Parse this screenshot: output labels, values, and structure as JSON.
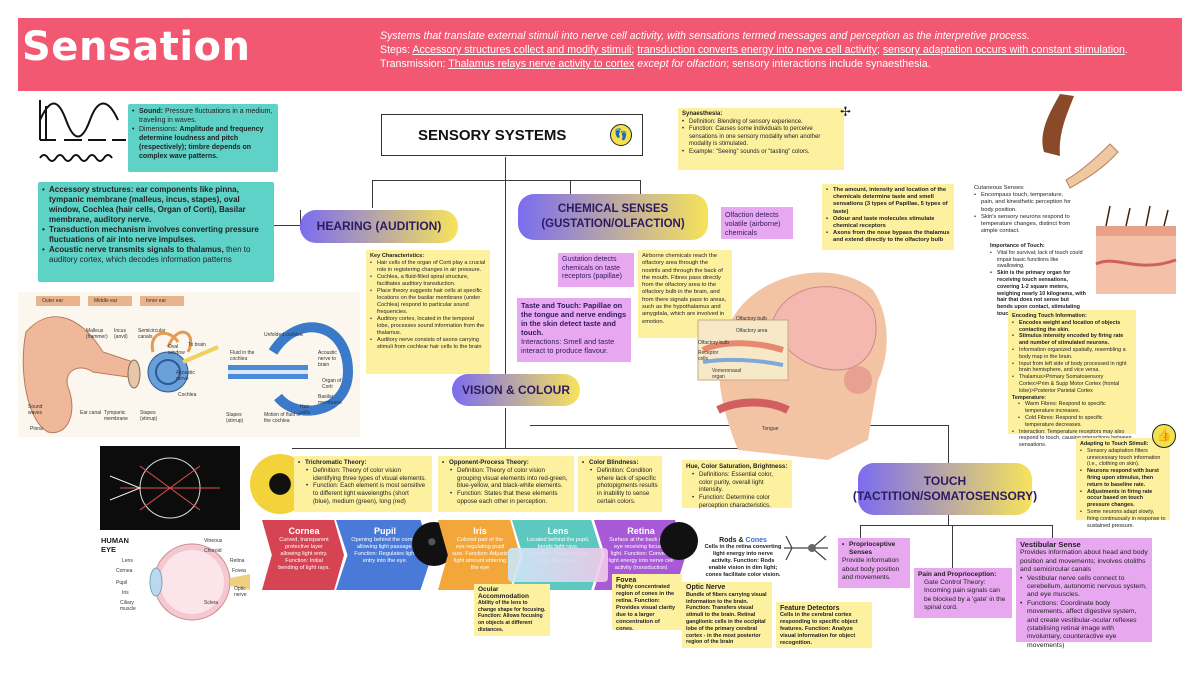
{
  "header": {
    "title": "Sensation",
    "line1": "Systems that translate external stimuli into nerve cell activity, with sensations termed messages and perception as the interpretive process.",
    "steps_prefix": "Steps: ",
    "steps_1": "Accessory structures collect and modify stimuli",
    "steps_sep1": "; ",
    "steps_2": "transduction converts energy into nerve cell activity",
    "steps_sep2": "; ",
    "steps_3": "sensory adaptation occurs with constant stimulation",
    "steps_end": ".",
    "trans_prefix": "Transmission: ",
    "trans_1": "Thalamus relays nerve activity to cortex",
    "trans_2": " except for olfaction",
    "trans_3": "; sensory interactions include synaesthesia."
  },
  "center": {
    "title": "SENSORY SYSTEMS",
    "icon": "footprints-icon"
  },
  "hearing": {
    "title": "HEARING (AUDITION)",
    "sound_label": "Sound:",
    "sound_text": " Pressure fluctuations in a medium, traveling in waves.",
    "dim_text": "Dimensions: ",
    "dim_bold": "Amplitude and frequency determine loudness and pitch (respectively); timbre depends on complex wave patterns.",
    "acc_bold": "Accessory structures:",
    "acc_text": " ear components like pinna, tympanic membrane (malleus, incus, stapes), oval window, Cochlea (hair cells, Organ of Corti), Basilar membrane, auditory nerve.",
    "trans_text": "Transduction mechanism involves converting pressure fluctuations of air into nerve impulses.",
    "acoustic_bold": "Acoustic nerve transmits signals to thalamus,",
    "acoustic_text": " then to auditory cortex, which decodes information patterns",
    "key_title": "Key Characteristics:",
    "key_items": [
      "Hair cells of the organ of Corti play a crucial role in registering changes in air pressure.",
      "Cochlea, a fluid-filled spiral structure, facilitates auditory transduction.",
      "Place theory suggests hair cells at specific locations on the basilar membrane (under Cochlea) respond to particular sound frequencies.",
      "Auditory cortex, located in the temporal lobe, processes sound information from the thalamus.",
      "Auditory nerve consists of axons carrying stimuli from cochlear hair cells to the brain"
    ],
    "ear_labels": [
      "Outer ear",
      "Middle ear",
      "Inner ear",
      "Malleus (hammer)",
      "Incus (anvil)",
      "Semicircular canals",
      "Oval window",
      "Acoustic nerve",
      "To brain",
      "Cochlea",
      "Ear canal",
      "Tympanic membrane",
      "Stapes (stirrup)",
      "Sound waves",
      "Pinna",
      "Unfolded cochlea",
      "Fluid in the cochlea",
      "Stapes (stirrup)",
      "Motion of fluid in the cochlea",
      "Acoustic nerve to brain",
      "Organ of Corti",
      "Basilar membrane",
      "Hair cells"
    ]
  },
  "chemical": {
    "title": "CHEMICAL SENSES (GUSTATION/OLFACTION)",
    "olfaction": "Olfaction detects volatile (airborne) chemicals",
    "synaesthesia_title": "Synaesthesia:",
    "syn_items": [
      "Definition: Blending of sensory experience.",
      "Function: Causes some individuals to perceive sensations in one sensory modality when another modality is stimulated.",
      "Example: \"Seeing\" sounds or \"tasting\" colors."
    ],
    "olf_items": [
      "The amount, intensity and location of the chemicals determine taste and smell sensations (3 types of Papillae, 5 types of taste)",
      "Odour and taste molecules stimulate chemical receptors",
      "Axons from the nose bypass the thalamus and extend directly to the olfactory bulb"
    ],
    "gustation": "Gustation detects chemicals on taste receptors (papillae)",
    "taste_touch": "Taste and Touch: Papillae on the tongue and nerve endings in the skin detect taste and touch.",
    "interactions": "Interactions: Smell and taste interact to produce flavour.",
    "airborne": "Airborne chemicals reach the olfactory area through the nostrils and through the back of the mouth. Fibres pass directly from the olfactory area to the olfactory bulb in the brain, and from there signals pass to areas, such as the hypothalamus and amygdala, which are involved in emotion.",
    "head_labels": [
      "Olfactory bulb",
      "Olfactory area",
      "Olfactory bulb",
      "Receptor cells",
      "Vomeronasal organ",
      "Tongue"
    ]
  },
  "vision": {
    "title": "VISION & COLOUR",
    "trichromatic_title": "Trichromatic Theory:",
    "trichromatic_items": [
      "Definition: Theory of color vision identifying three types of visual elements.",
      "Function: Each element is most sensitive to different light wavelengths (short (blue), medium (green), long (red)"
    ],
    "opponent_title": "Opponent-Process Theory:",
    "opponent_items": [
      "Definition: Theory of color vision grouping visual elements into red-green, blue-yellow, and black-white elements.",
      "Function: States that these elements oppose each other in perception."
    ],
    "blind_title": "Color Blindness:",
    "blind_items": [
      "Definition: Condition where lack of specific photopigments results in inability to sense certain colors."
    ],
    "hue_title": "Hue, Color Saturation, Brightness:",
    "hue_items": [
      "Definitions: Essential color, color purity, overall light intensity.",
      "Function: Determine color perception characteristics."
    ],
    "human_eye": "HUMAN EYE",
    "eye_labels": [
      "Lens",
      "Cornea",
      "Pupil",
      "Iris",
      "Ciliary muscle",
      "Vitreous",
      "Choroid",
      "Retina",
      "Fovea",
      "Optic nerve",
      "Sclera"
    ],
    "stages": [
      {
        "name": "Cornea",
        "text": "Curved, transparent protective layer allowing light entry. Function: Initial bending of light rays."
      },
      {
        "name": "Pupil",
        "text": "Opening behind the cornea allowing light passage. Function: Regulates light entry into the eye."
      },
      {
        "name": "Iris",
        "text": "Colored part of the eye regulating pupil size. Function: Adjusts light amount entering the eye"
      },
      {
        "name": "Lens",
        "text": "Located behind the pupil, bends light rays. Function: Focuses light onto the retina."
      },
      {
        "name": "Retina",
        "text": "Surface at the back of the eye receiving focused light. Function: Converts light energy into nerve cell activity (transduction)"
      }
    ],
    "rods_title_a": "Rods & ",
    "rods_title_b": "Cones",
    "rods_text": "Cells in the retina converting light energy into nerve activity. Function: Rods enable vision in dim light; cones facilitate color vision.",
    "fovea_title": "Fovea",
    "fovea_text": "Highly concentrated region of cones in the retina. Function: Provides visual clarity due to a larger concentration of cones.",
    "ocular_title": "Ocular Accommodation",
    "ocular_text": "Ability of the lens to change shape for focusing. Function: Allows focusing on objects at different distances.",
    "optic_title": "Optic Nerve",
    "optic_text": "Bundle of fibers carrying visual information to the brain. Function: Transfers visual stimuli to the brain. Retinal ganglionic cells in the occipital lobe of the primary cerebral cortex - in the most posterior region of the brain",
    "feature_title": "Feature Detectors",
    "feature_text": "Cells in the cerebral cortex responding to specific object features. Function: Analyze visual information for object recognition."
  },
  "touch": {
    "title": "TOUCH (TACTITION/SOMATOSENSORY)",
    "cutaneous_title": "Cutaneous Senses:",
    "cutaneous_items": [
      "Encompass touch, temperature, pain, and kinesthetic perception for body position.",
      "Skin's sensory neurons respond to temperature changes, distinct from simple contact."
    ],
    "importance_title": "Importance of Touch:",
    "importance_items": [
      "Vital for survival; lack of touch could impair basic functions like swallowing.",
      "Skin is the primary organ for receiving touch sensations, covering 1-2 square meters, weighing nearly 10 kilograms, with hair that does not sense but bends upon contact, stimulating touch receptors."
    ],
    "encoding_title": "Encoding Touch Information:",
    "encoding_items": [
      "Encodes weight and location of objects contacting the skin.",
      "Stimulus intensity encoded by firing rate and number of stimulated neurons.",
      "Information organized spatially, resembling a body map in the brain.",
      "Input from left side of body processed in right brain hemisphere, and vice versa.",
      "Thalamus>Primary Somatosensory Cortex>Prim & Supp Motor Cortex (frontal lobe)>Posterior Parietal Cortex"
    ],
    "temperature_title": "Temperature:",
    "temperature_items": [
      "Warm Fibres: Respond to specific temperature increases.",
      "Cold Fibres: Respond to specific temperature decreases.",
      "Interaction: Temperature receptors may also respond to touch, causing interactions between sensations."
    ],
    "adapting_title": "Adapting to Touch Stimuli:",
    "adapting_items": [
      "Sensory adaptation filters unnecessary touch information (i.e., clothing on skin).",
      "Neurons respond with burst firing upon stimulus, then return to baseline rate.",
      "Adjustments in firing rate occur based on touch pressure changes.",
      "Some neurons adapt slowly, firing continuously in response to sustained pressure."
    ],
    "proprio_title": "Proprioceptive Senses",
    "proprio_text": "Provide information about body position and movements.",
    "pain_title": "Pain and Proprioception:",
    "pain_text": "Gate Control Theory: Incoming pain signals can be blocked by a 'gate' in the spinal cord.",
    "vest_title": "Vestibular Sense",
    "vest_text": "Provides information about head and body position and movements; involves otoliths and semicircular canals",
    "vest_items": [
      "Vestibular nerve cells connect to cerebellum, autonomic nervous system, and eye muscles.",
      "Functions: Coordinate body movements, affect digestive system, and create vestibular-ocular reflexes (stabilising retinal image with involuntary, counteractive eye movements)"
    ]
  },
  "colors": {
    "banner": "#f25872",
    "teal": "#5fd2c8",
    "yellow": "#fdf1a0",
    "violet": "#e7a8f0",
    "pill_gradient": [
      "#7b6cf0",
      "#f7e35a"
    ]
  }
}
